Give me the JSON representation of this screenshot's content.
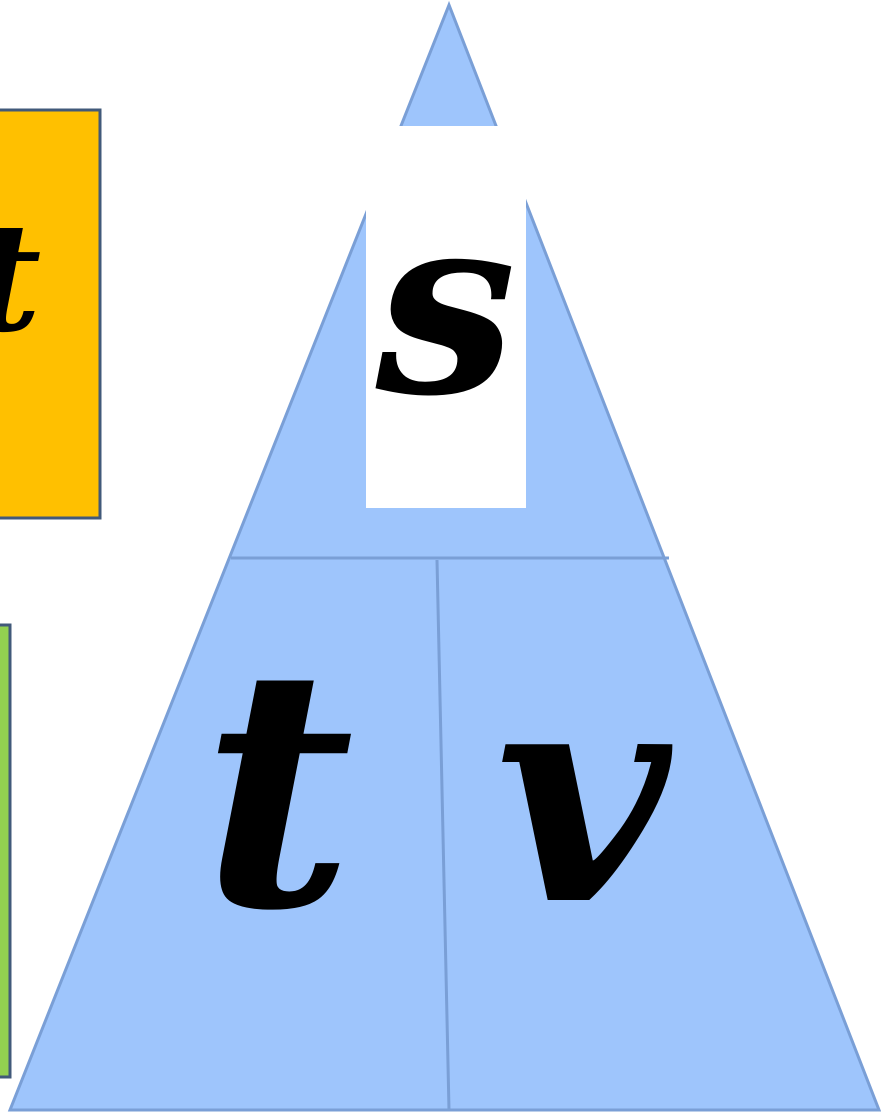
{
  "colors": {
    "triangle_fill": "#9ec5fc",
    "triangle_stroke": "#7a9fd6",
    "orange_card_fill": "#ffc000",
    "orange_card_stroke": "#41597a",
    "green_card_fill": "#92d050",
    "green_card_stroke": "#41597a",
    "label_background": "#ffffff",
    "glyph": "#000000"
  },
  "triangle": {
    "top_label": "s",
    "bottom_left_label": "t",
    "bottom_right_label": "v"
  },
  "orange_card": {
    "label": "t"
  },
  "green_card": {
    "label": ""
  }
}
